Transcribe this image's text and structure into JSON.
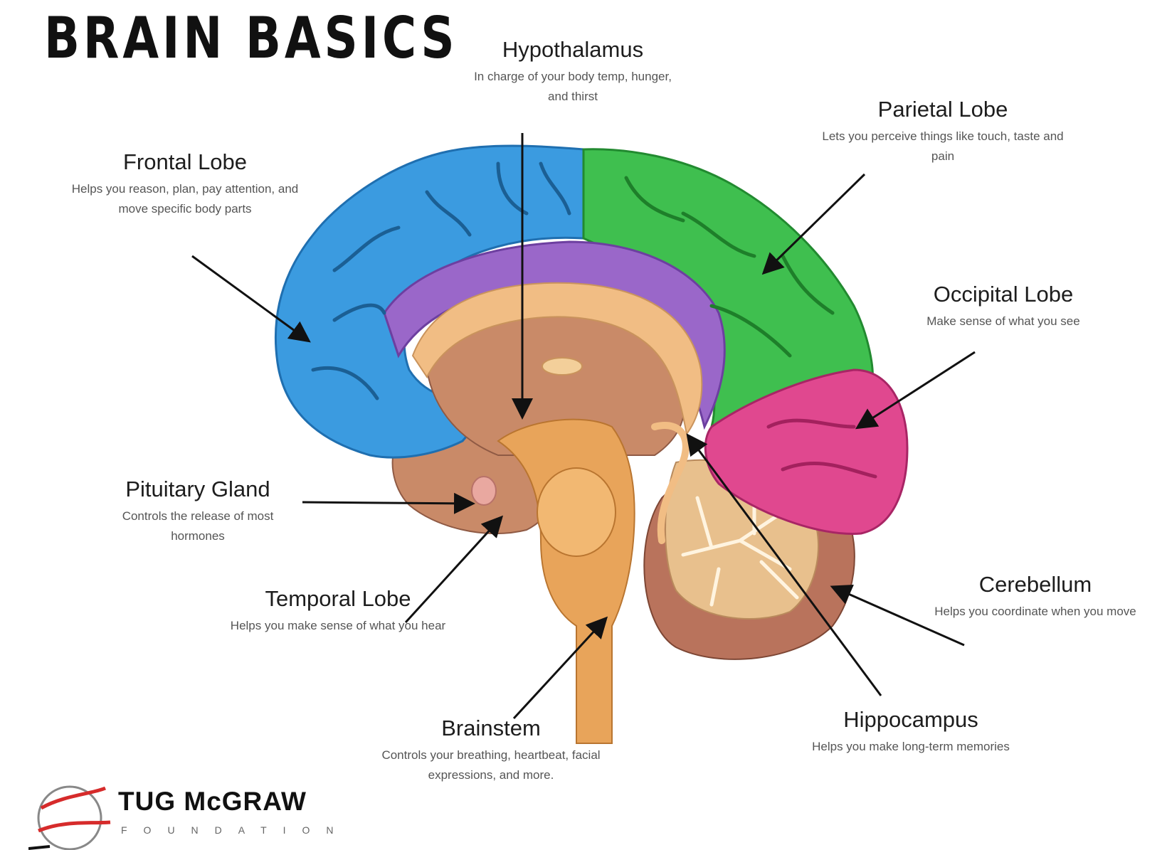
{
  "title": "BRAIN BASICS",
  "labels": {
    "hypothalamus": {
      "name": "Hypothalamus",
      "desc": "In charge of your body temp, hunger, and thirst"
    },
    "parietal": {
      "name": "Parietal Lobe",
      "desc": "Lets you perceive things like touch, taste and pain"
    },
    "frontal": {
      "name": "Frontal Lobe",
      "desc": "Helps you reason, plan, pay attention, and move specific body parts"
    },
    "occipital": {
      "name": "Occipital Lobe",
      "desc": "Make sense of what you see"
    },
    "pituitary": {
      "name": "Pituitary Gland",
      "desc": "Controls the release of most hormones"
    },
    "temporal": {
      "name": "Temporal Lobe",
      "desc": "Helps you make sense of what you hear"
    },
    "cerebellum": {
      "name": "Cerebellum",
      "desc": "Helps you coordinate when you move"
    },
    "brainstem": {
      "name": "Brainstem",
      "desc": "Controls your breathing, heartbeat, facial expressions, and more."
    },
    "hippocampus": {
      "name": "Hippocampus",
      "desc": "Helps you make long-term memories"
    }
  },
  "logo": {
    "name": "TUG McGRAW",
    "sub": "FOUNDATION"
  },
  "colors": {
    "frontal": "#3b9be0",
    "parietal": "#3fbf4f",
    "occipital": "#e0488f",
    "cingulate": "#9a67c9",
    "corpus_callosum": "#f1bd84",
    "inner_brain": "#c98a68",
    "cerebellum": "#b9735c",
    "brainstem": "#e8a45a"
  }
}
